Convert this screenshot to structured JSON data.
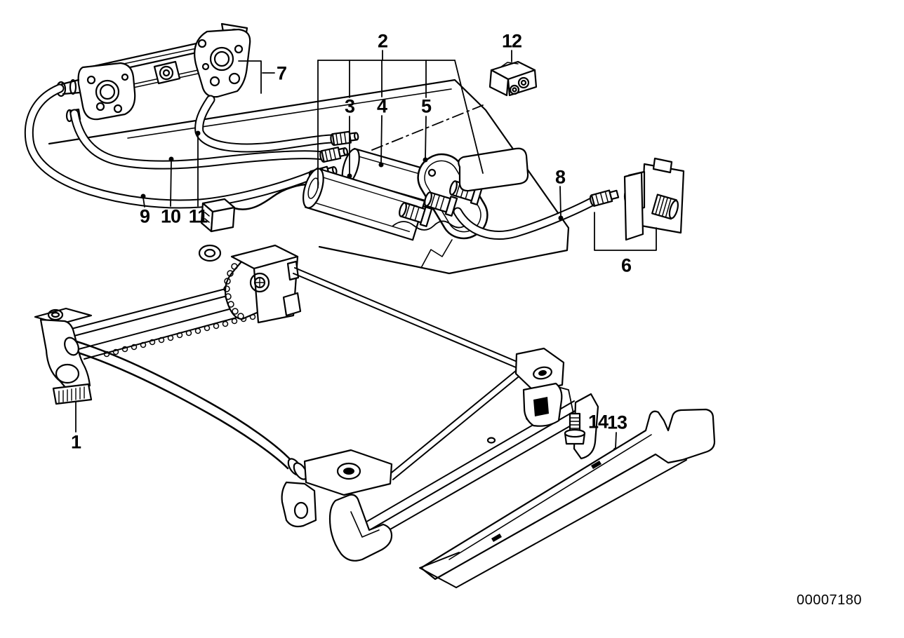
{
  "diagram_code": "00007180",
  "colors": {
    "ink": "#000000",
    "background": "#ffffff"
  },
  "callouts": {
    "c1": {
      "text": "1"
    },
    "c2": {
      "text": "2"
    },
    "c3": {
      "text": "3"
    },
    "c4": {
      "text": "4"
    },
    "c5": {
      "text": "5"
    },
    "c6": {
      "text": "6"
    },
    "c7": {
      "text": "7"
    },
    "c8": {
      "text": "8"
    },
    "c9": {
      "text": "9"
    },
    "c10": {
      "text": "10"
    },
    "c11": {
      "text": "11"
    },
    "c12": {
      "text": "12"
    },
    "c13": {
      "text": "13"
    },
    "c14": {
      "text": "14"
    }
  }
}
